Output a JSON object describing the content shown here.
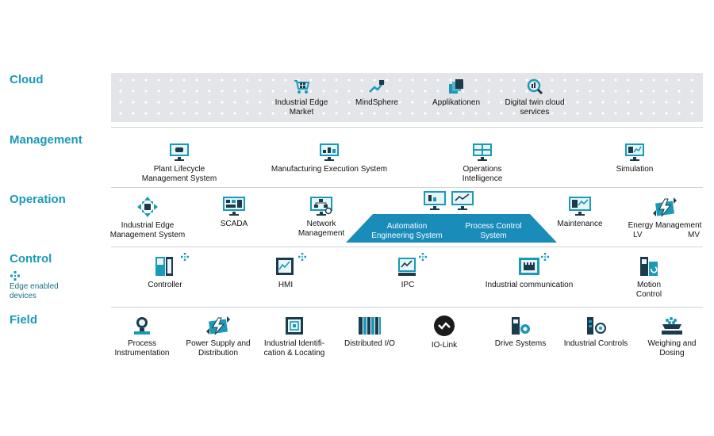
{
  "colors": {
    "accent": "#1a9ab8",
    "dark": "#1b3a4b",
    "band": "#e3e5e8"
  },
  "layers": {
    "cloud": "Cloud",
    "management": "Management",
    "operation": "Operation",
    "control": "Control",
    "field": "Field"
  },
  "edge_note": "Edge enabled\ndevices",
  "cloud": [
    {
      "label": "Industrial Edge\nMarket",
      "icon": "cart-icon"
    },
    {
      "label": "MindSphere",
      "icon": "mindsphere-icon"
    },
    {
      "label": "Applikationen",
      "icon": "apps-icon"
    },
    {
      "label": "Digital twin cloud\nservices",
      "icon": "digital-twin-icon"
    }
  ],
  "management": [
    {
      "label": "Plant Lifecycle\nManagement System",
      "icon": "plm-monitor-icon"
    },
    {
      "label": "Manufacturing Execution System",
      "icon": "mes-monitor-icon"
    },
    {
      "label": "Operations\nIntelligence",
      "icon": "grid-monitor-icon"
    },
    {
      "label": "Simulation",
      "icon": "simulation-monitor-icon"
    }
  ],
  "operation": [
    {
      "label": "Industrial Edge\nManagement System",
      "icon": "edge-management-icon"
    },
    {
      "label": "SCADA",
      "icon": "scada-monitor-icon"
    },
    {
      "label": "Network\nManagement",
      "icon": "network-monitor-icon"
    },
    {
      "label": "Maintenance",
      "icon": "maintenance-monitor-icon"
    },
    {
      "label": "Energy Management",
      "lv": "LV",
      "mv": "MV",
      "icon": "energy-icon"
    }
  ],
  "engineering": {
    "automation": "Automation\nEngineering System",
    "process": "Process Control\nSystem",
    "icon": "dual-monitor-icon"
  },
  "control": [
    {
      "label": "Controller",
      "icon": "controller-icon"
    },
    {
      "label": "HMI",
      "icon": "hmi-icon"
    },
    {
      "label": "IPC",
      "icon": "ipc-icon"
    },
    {
      "label": "Industrial communication",
      "icon": "network-switch-icon"
    },
    {
      "label": "Motion\nControl",
      "icon": "motion-control-icon"
    }
  ],
  "field": [
    {
      "label": "Process\nInstrumentation",
      "icon": "instrument-icon"
    },
    {
      "label": "Power Supply and\nDistribution",
      "icon": "power-supply-icon"
    },
    {
      "label": "Industrial Identifi-\ncation & Locating",
      "icon": "rfid-icon"
    },
    {
      "label": "Distributed I/O",
      "icon": "distributed-io-icon"
    },
    {
      "label": "IO-Link",
      "icon": "io-link-icon"
    },
    {
      "label": "Drive Systems",
      "icon": "drive-icon"
    },
    {
      "label": "Industrial Controls",
      "icon": "industrial-controls-icon"
    },
    {
      "label": "Weighing and\nDosing",
      "icon": "weighing-icon"
    }
  ]
}
